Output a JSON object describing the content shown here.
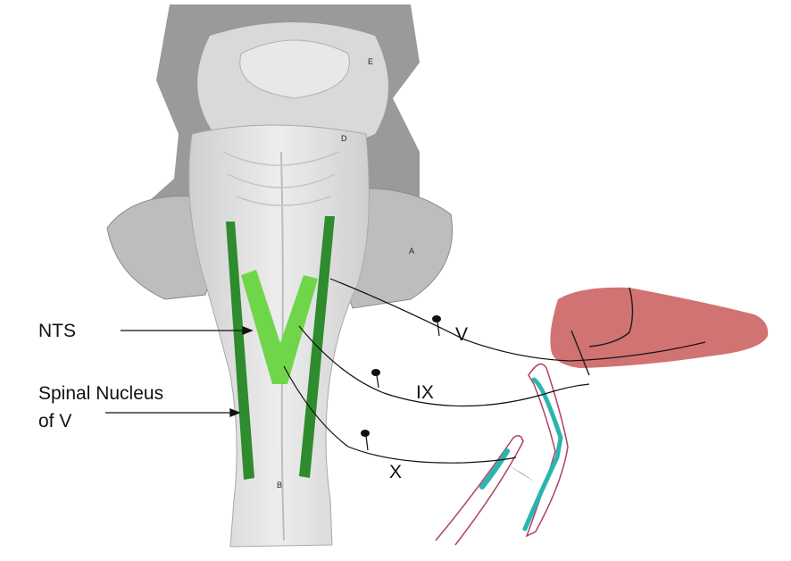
{
  "labels": {
    "nts": "NTS",
    "spinal_nucleus_line1": "Spinal Nucleus",
    "spinal_nucleus_line2": "of V",
    "nerve_v": "V",
    "nerve_ix": "IX",
    "nerve_x": "X"
  },
  "region_letters": {
    "a": "A",
    "b": "B",
    "d": "D",
    "e": "E"
  },
  "colors": {
    "spinal_nucleus": "#2e8b2e",
    "nts": "#6fd64a",
    "organ_face": "#d27373",
    "tongue_outline": "#b04060",
    "tongue_fill": "#2bb5b0"
  }
}
